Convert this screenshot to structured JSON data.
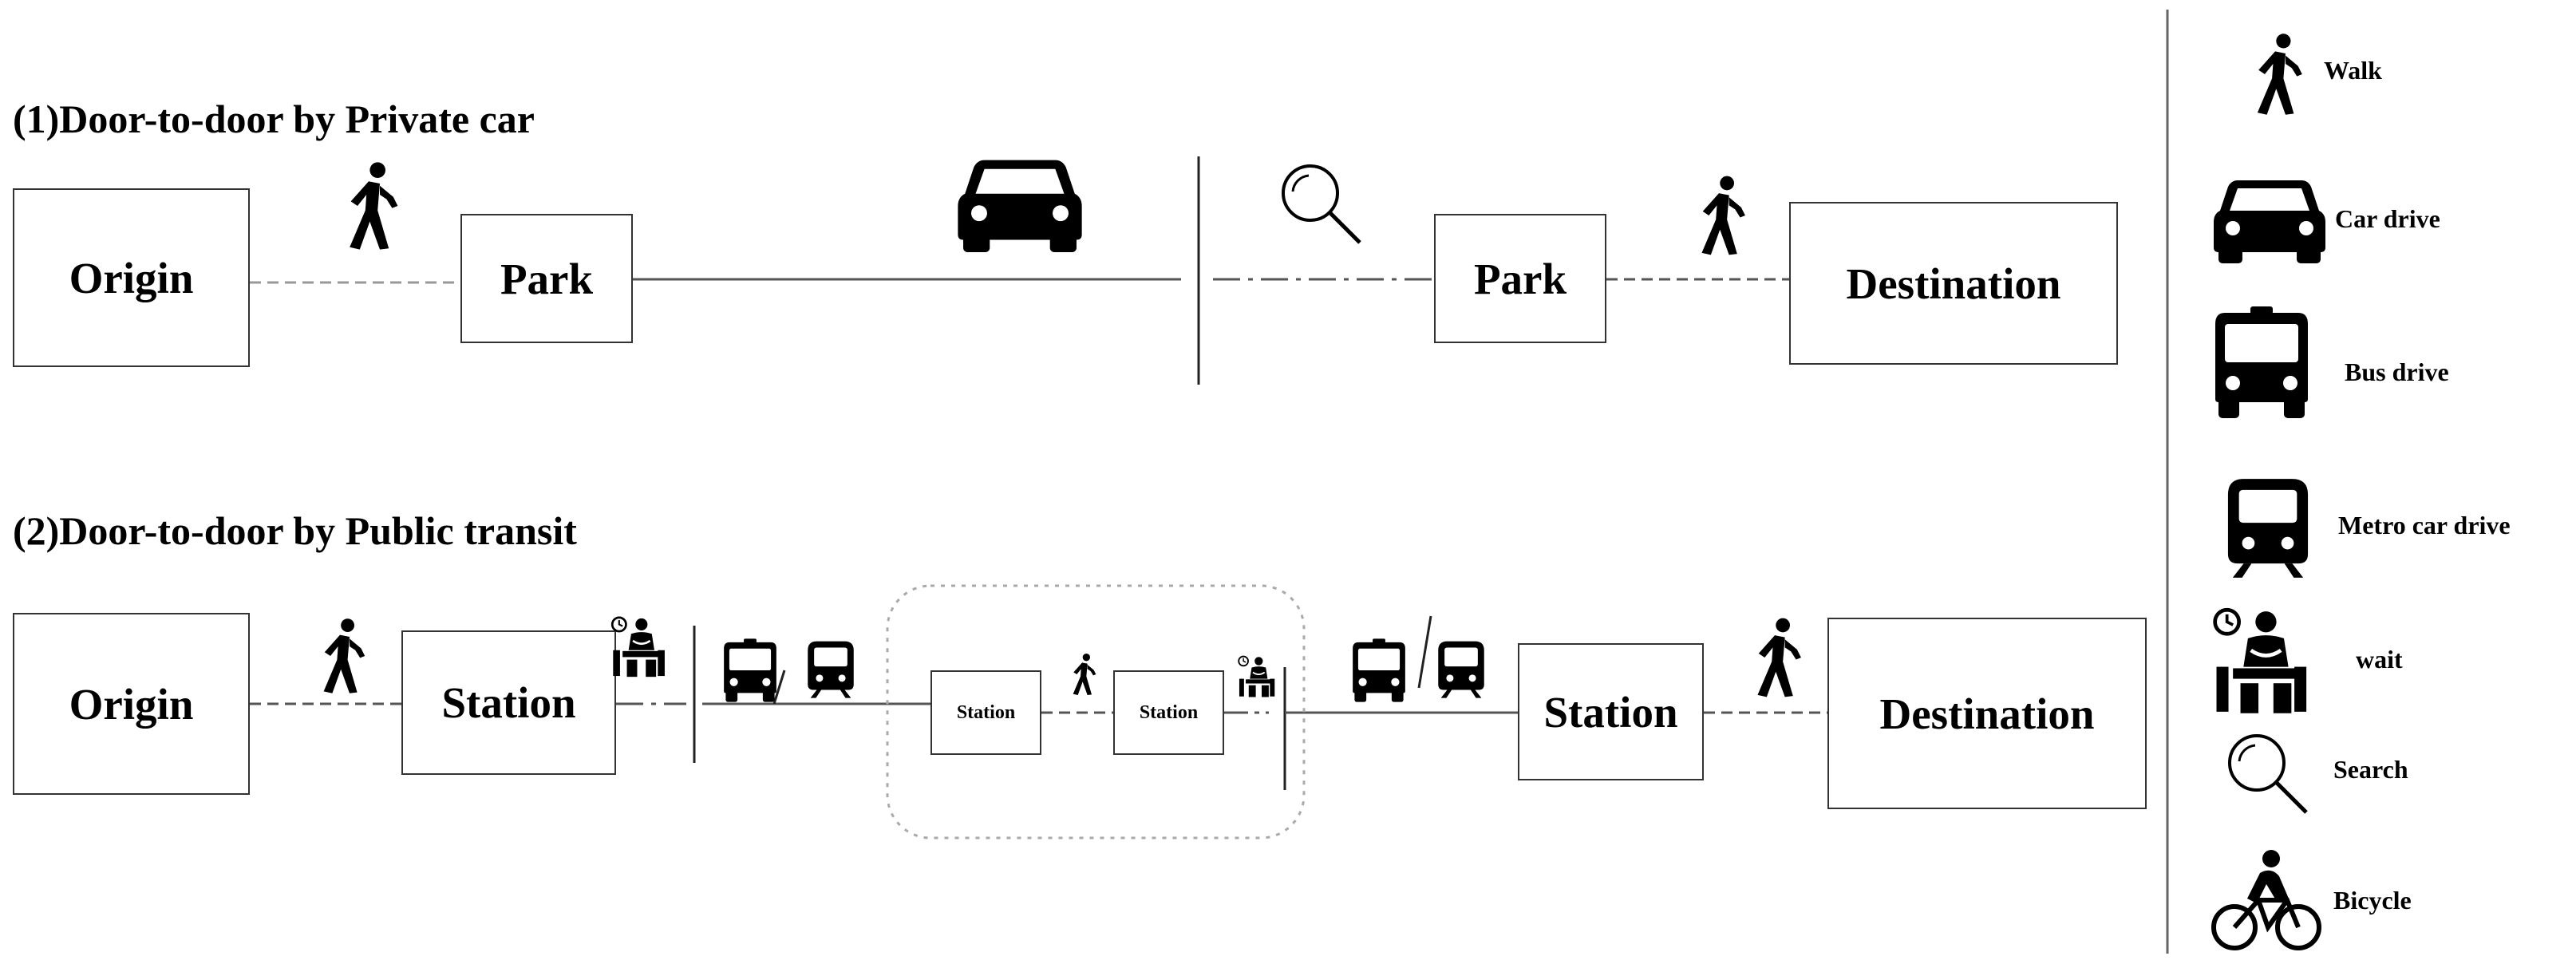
{
  "section1": {
    "title": "(1)Door-to-door by Private car",
    "origin": "Origin",
    "park_a": "Park",
    "park_b": "Park",
    "destination": "Destination"
  },
  "section2": {
    "title": "(2)Door-to-door by Public transit",
    "origin": "Origin",
    "station_a": "Station",
    "station_transfer_a": "Station",
    "station_transfer_b": "Station",
    "station_b": "Station",
    "destination": "Destination"
  },
  "legend": {
    "walk": "Walk",
    "car": "Car drive",
    "bus": "Bus drive",
    "metro": "Metro car drive",
    "wait": "wait",
    "search": "Search",
    "bicycle": "Bicycle"
  },
  "icons": {
    "walk": "walk-icon",
    "car": "car-icon",
    "bus": "bus-icon",
    "metro": "metro-icon",
    "wait": "wait-icon",
    "search": "search-icon",
    "bicycle": "bicycle-icon"
  }
}
